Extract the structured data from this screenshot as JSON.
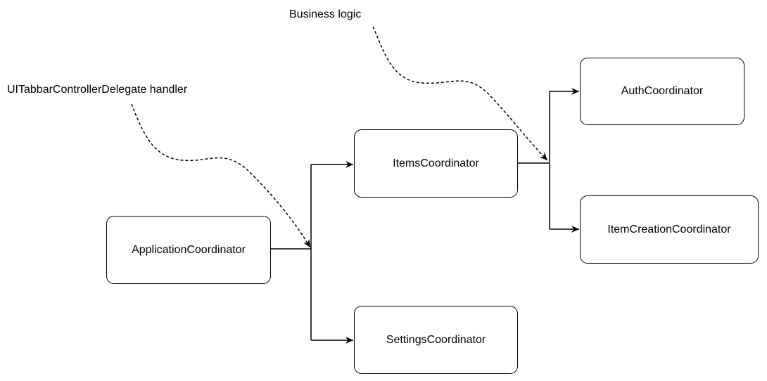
{
  "diagram": {
    "nodes": [
      {
        "id": "application",
        "label": "ApplicationCoordinator"
      },
      {
        "id": "items",
        "label": "ItemsCoordinator"
      },
      {
        "id": "settings",
        "label": "SettingsCoordinator"
      },
      {
        "id": "auth",
        "label": "AuthCoordinator"
      },
      {
        "id": "item_creation",
        "label": "ItemCreationCoordinator"
      }
    ],
    "edges": [
      {
        "from": "ApplicationCoordinator",
        "to": "ItemsCoordinator"
      },
      {
        "from": "ApplicationCoordinator",
        "to": "SettingsCoordinator"
      },
      {
        "from": "ItemsCoordinator",
        "to": "AuthCoordinator"
      },
      {
        "from": "ItemsCoordinator",
        "to": "ItemCreationCoordinator"
      }
    ],
    "annotations": [
      {
        "id": "tabbar",
        "text": "UITabbarControllerDelegate handler",
        "points_to": "ApplicationCoordinator branch junction"
      },
      {
        "id": "business",
        "text": "Business logic",
        "points_to": "ItemsCoordinator branch junction"
      }
    ],
    "colors": {
      "stroke": "#000000",
      "background": "#ffffff"
    }
  }
}
